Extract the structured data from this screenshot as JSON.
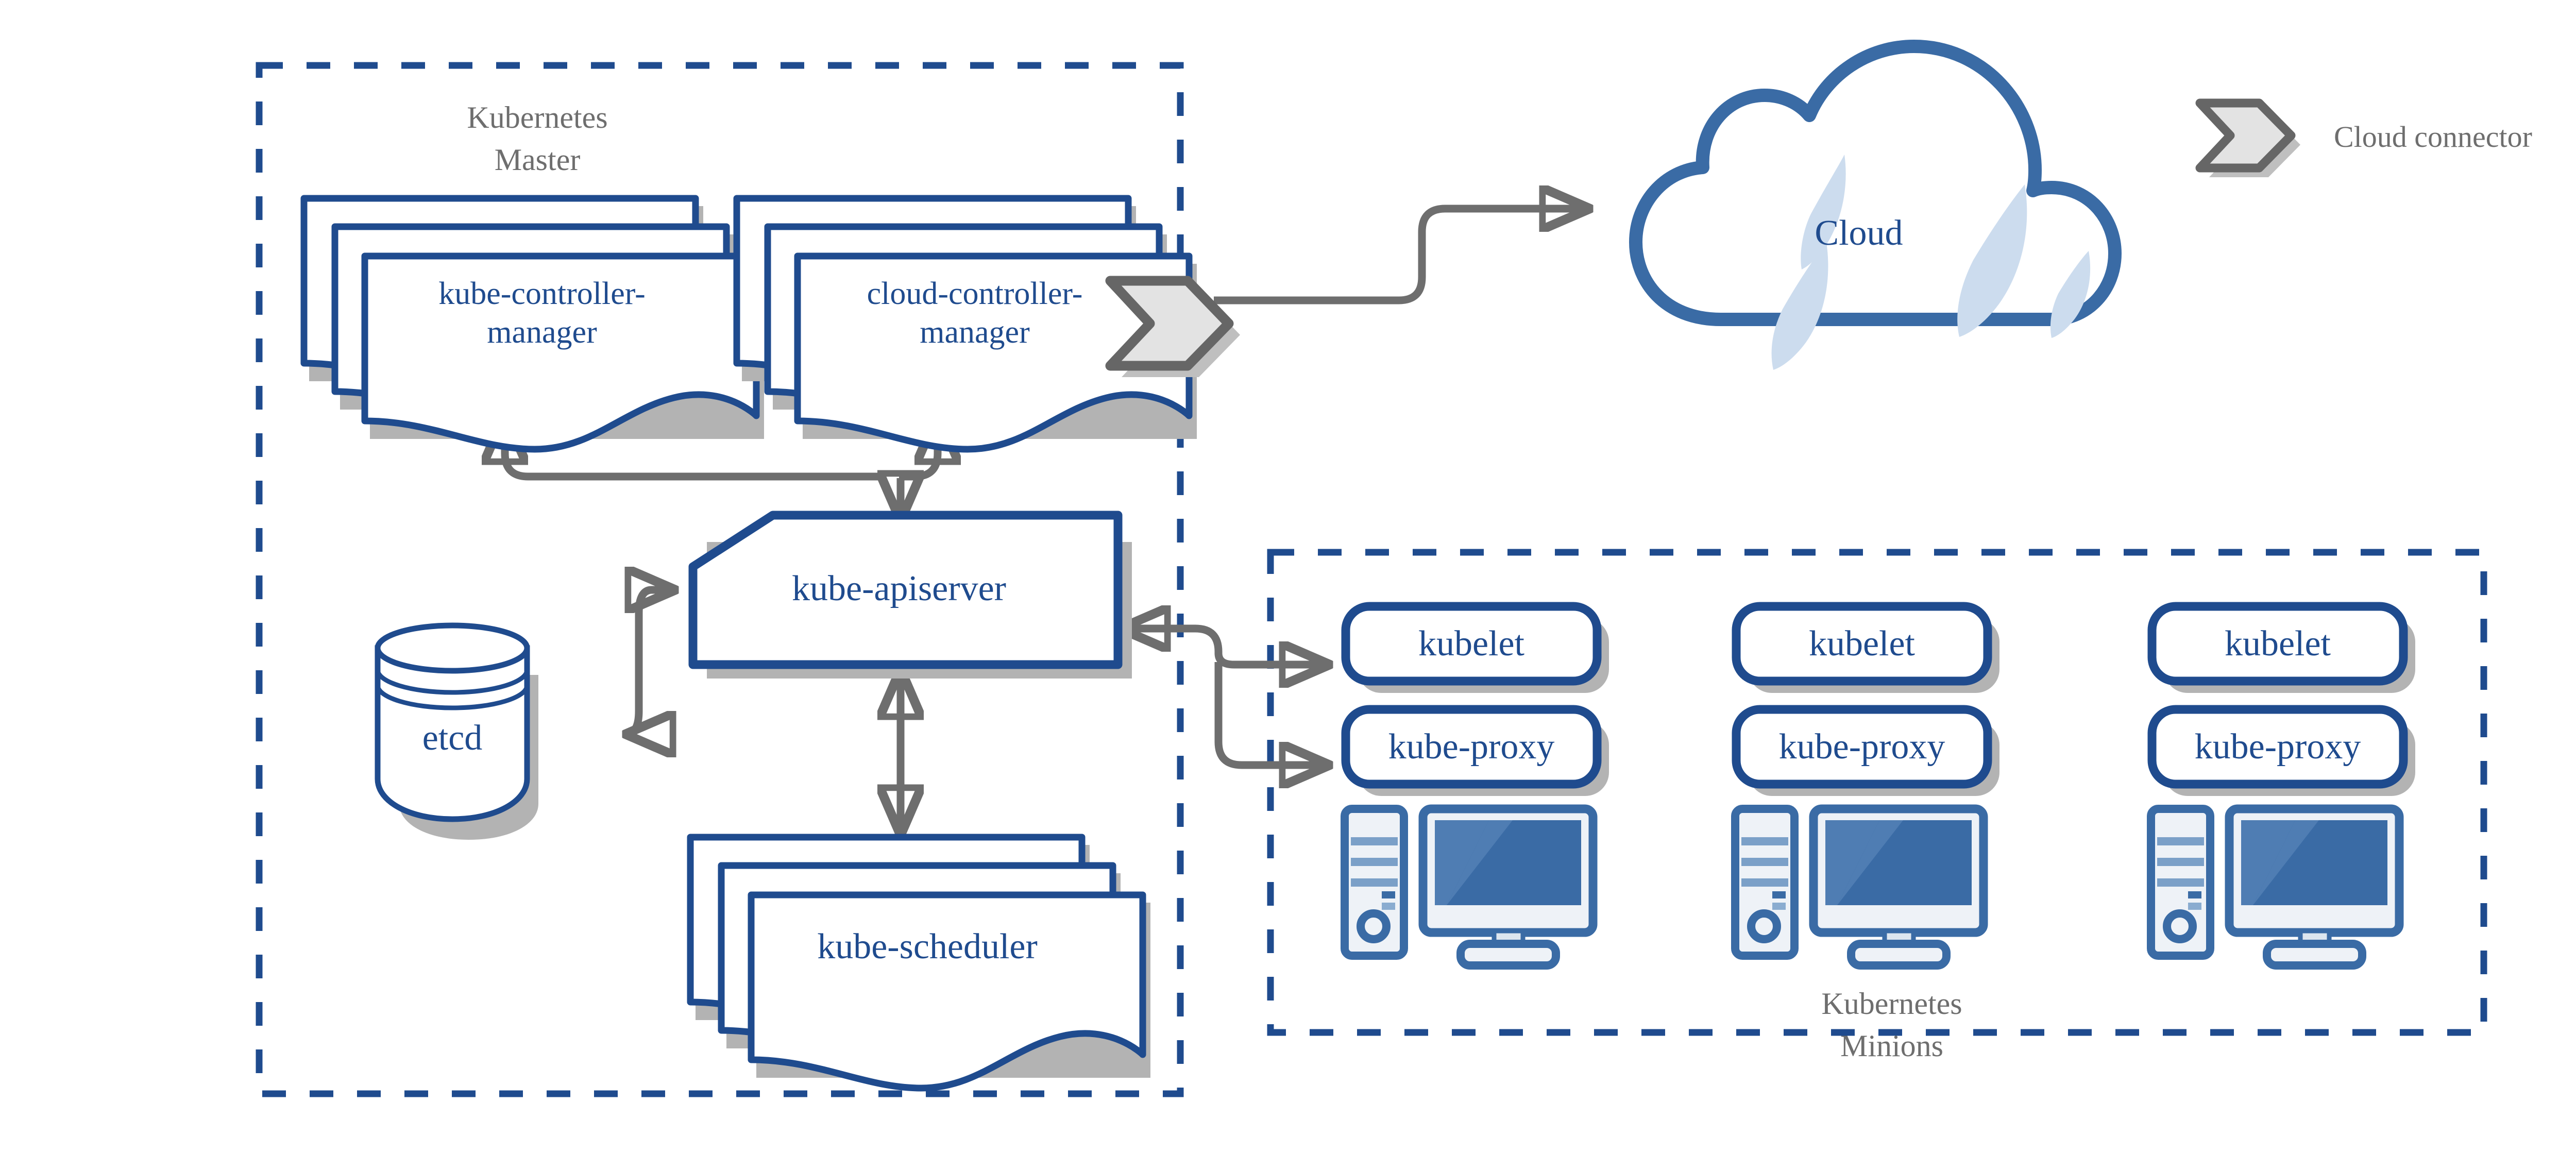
{
  "diagram": {
    "title": "Kubernetes cluster architecture",
    "colors": {
      "boundary_dashed": "#1f4b8e",
      "node_stroke": "#1f4b8e",
      "node_fill": "#ffffff",
      "node_text": "#1f4b8e",
      "zone_label_text": "#6e6e6e",
      "connector": "#6e6e6e",
      "shadow": "#b3b3b3",
      "cloud_stroke": "#3a6ba5",
      "cloud_accent": "#ccdcee",
      "connector_chevron_fill": "#e3e3e3",
      "connector_chevron_stroke": "#666666",
      "pc_body": "#eef2f7",
      "pc_stroke": "#3a6ba5",
      "screen_fill": "#3a6ba5",
      "screen_highlight": "#4f7db3",
      "background": "#ffffff"
    }
  },
  "zones": {
    "master": {
      "label_line1": "Kubernetes",
      "label_line2": "Master"
    },
    "minions": {
      "label_line1": "Kubernetes",
      "label_line2": "Minions"
    }
  },
  "master_components": {
    "kube_controller_manager": {
      "label_line1": "kube-controller-",
      "label_line2": "manager",
      "shape": "document-stack"
    },
    "cloud_controller_manager": {
      "label_line1": "cloud-controller-",
      "label_line2": "manager",
      "shape": "document-stack"
    },
    "kube_apiserver": {
      "label": "kube-apiserver",
      "shape": "cut-corner-rectangle"
    },
    "etcd": {
      "label": "etcd",
      "shape": "cylinder"
    },
    "kube_scheduler": {
      "label": "kube-scheduler",
      "shape": "document-stack"
    }
  },
  "cloud": {
    "label": "Cloud",
    "shape": "cloud"
  },
  "legend": {
    "cloud_connector_label": "Cloud connector",
    "icon": "cloud-connector-chevron"
  },
  "minion_nodes": [
    {
      "id": "node-1",
      "kubelet_label": "kubelet",
      "kube_proxy_label": "kube-proxy",
      "machine_icon": "desktop-computer-icon"
    },
    {
      "id": "node-2",
      "kubelet_label": "kubelet",
      "kube_proxy_label": "kube-proxy",
      "machine_icon": "desktop-computer-icon"
    },
    {
      "id": "node-3",
      "kubelet_label": "kubelet",
      "kube_proxy_label": "kube-proxy",
      "machine_icon": "desktop-computer-icon"
    }
  ],
  "connectors": [
    {
      "id": "ccm-to-cloud",
      "from": "cloud-controller-manager",
      "to": "cloud",
      "direction": "one-way"
    },
    {
      "id": "kcm-to-apiserver",
      "from": "kube-controller-manager",
      "to": "kube-apiserver",
      "direction": "two-way"
    },
    {
      "id": "ccm-to-apiserver",
      "from": "cloud-controller-manager",
      "to": "kube-apiserver",
      "direction": "two-way"
    },
    {
      "id": "etcd-to-apiserver",
      "from": "etcd",
      "to": "kube-apiserver",
      "direction": "two-way"
    },
    {
      "id": "apiserver-to-scheduler",
      "from": "kube-apiserver",
      "to": "kube-scheduler",
      "direction": "two-way"
    },
    {
      "id": "apiserver-to-kubelet",
      "from": "kube-apiserver",
      "to": "kubelet",
      "direction": "two-way"
    },
    {
      "id": "apiserver-to-kube-proxy",
      "from": "kube-apiserver",
      "to": "kube-proxy",
      "direction": "two-way"
    }
  ]
}
